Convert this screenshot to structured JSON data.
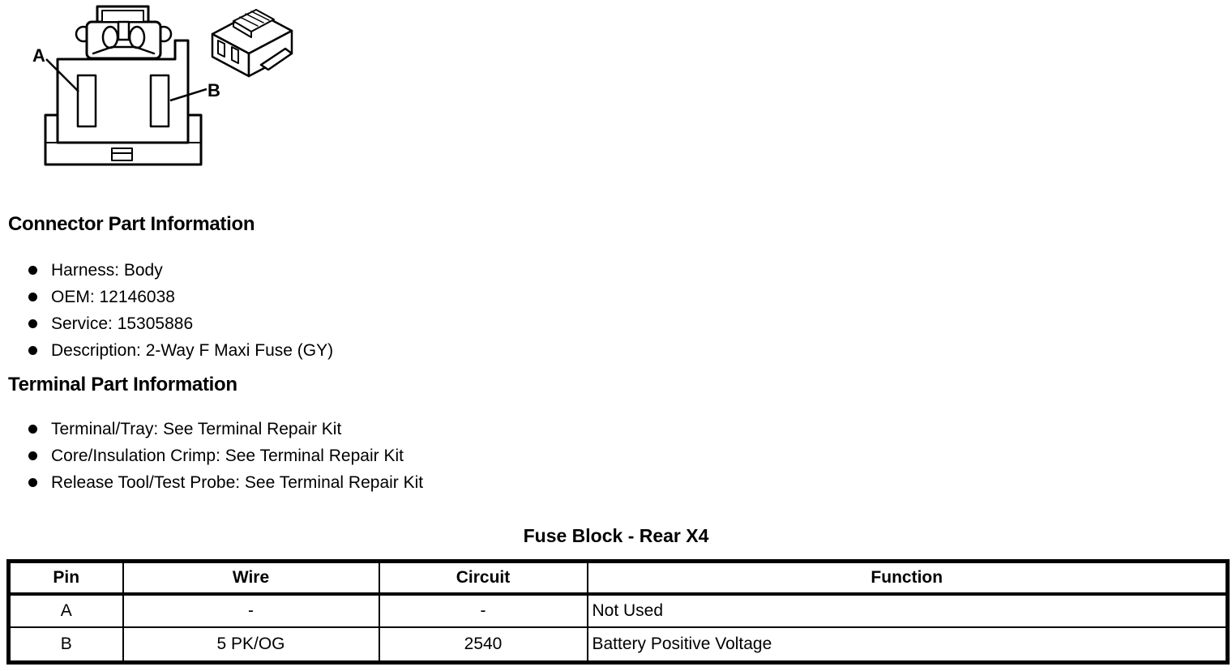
{
  "page": {
    "background": "#ffffff",
    "text_color": "#000000"
  },
  "figure": {
    "label_a": "A",
    "label_b": "B"
  },
  "connector_info": {
    "heading": "Connector Part Information",
    "items": [
      "Harness: Body",
      "OEM: 12146038",
      "Service: 15305886",
      "Description: 2-Way F Maxi Fuse (GY)"
    ]
  },
  "terminal_info": {
    "heading": "Terminal Part Information",
    "items": [
      "Terminal/Tray: See Terminal Repair Kit",
      "Core/Insulation Crimp: See Terminal Repair Kit",
      "Release Tool/Test Probe: See Terminal Repair Kit"
    ]
  },
  "table": {
    "title": "Fuse Block - Rear X4",
    "headers": [
      "Pin",
      "Wire",
      "Circuit",
      "Function"
    ],
    "rows": [
      {
        "pin": "A",
        "wire": "-",
        "circuit": "-",
        "function": "Not Used"
      },
      {
        "pin": "B",
        "wire": "5 PK/OG",
        "circuit": "2540",
        "function": "Battery Positive Voltage"
      }
    ]
  }
}
